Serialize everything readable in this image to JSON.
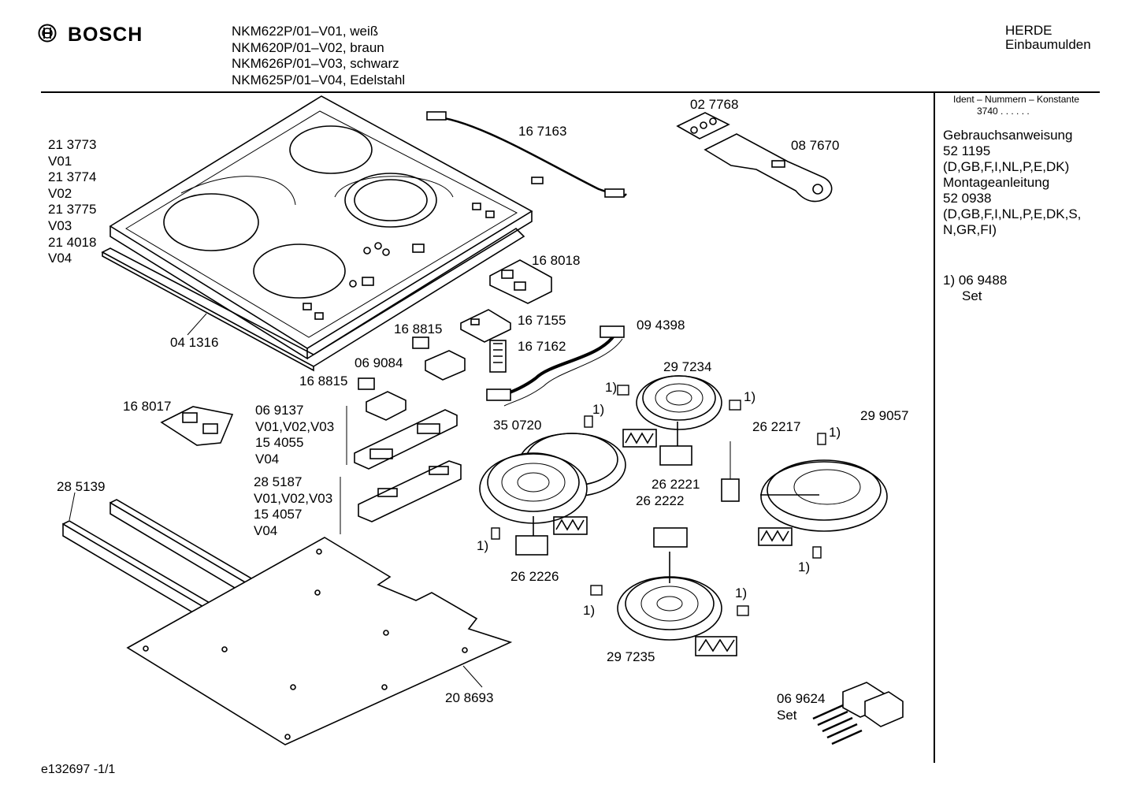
{
  "header": {
    "brand": "BOSCH",
    "models": [
      "NKM622P/01–V01, weiß",
      "NKM620P/01–V02, braun",
      "NKM626P/01–V03, schwarz",
      "NKM625P/01–V04, Edelstahl"
    ],
    "category_line1": "HERDE",
    "category_line2": "Einbaumulden"
  },
  "sidebar": {
    "ident_heading": "Ident – Nummern – Konstante",
    "ident_value": "3740 . . . . . .",
    "lines": [
      "Gebrauchsanweisung",
      "52 1195",
      "(D,GB,F,I,NL,P,E,DK)",
      "Montageanleitung",
      "52 0938",
      "(D,GB,F,I,NL,P,E,DK,S,",
      "N,GR,FI)"
    ],
    "set_number": "1)  06 9488",
    "set_label": "Set"
  },
  "parts": {
    "cooktop_variants": [
      "21 3773",
      "V01",
      "21 3774",
      "V02",
      "21 3775",
      "V03",
      "21 4018",
      "V04"
    ],
    "seal": "04 1316",
    "cable_top": "16 7163",
    "bracket_label": "02 7768",
    "scraper": "08 7670",
    "control_board_right": "16 8018",
    "board_small": "16 7155",
    "connector": "16 7162",
    "ribbon_cable": "09 4398",
    "sensor_a": "16 8815",
    "sensor_b": "16 8815",
    "switch_module": "06 9084",
    "control_board_left": "16 8017",
    "frame_upper": [
      "06 9137",
      "V01,V02,V03",
      "15 4055",
      "V04"
    ],
    "frame_lower": [
      "28 5187",
      "V01,V02,V03",
      "15 4057",
      "V04"
    ],
    "rails": "28 5139",
    "base_plate": "20 8693",
    "heater_top": "29 7234",
    "heater_dual": "35 0720",
    "limiter_top": "26 2221",
    "limiter_right": "26 2217",
    "heater_right": "29 9057",
    "limiter_mid": "26 2222",
    "limiter_left": "26 2226",
    "heater_bottom": "29 7235",
    "terminal_set": "06 9624",
    "terminal_set_label": "Set",
    "footnote_mark": "1)"
  },
  "footer": {
    "drawing_id": "e132697 -1/1"
  }
}
